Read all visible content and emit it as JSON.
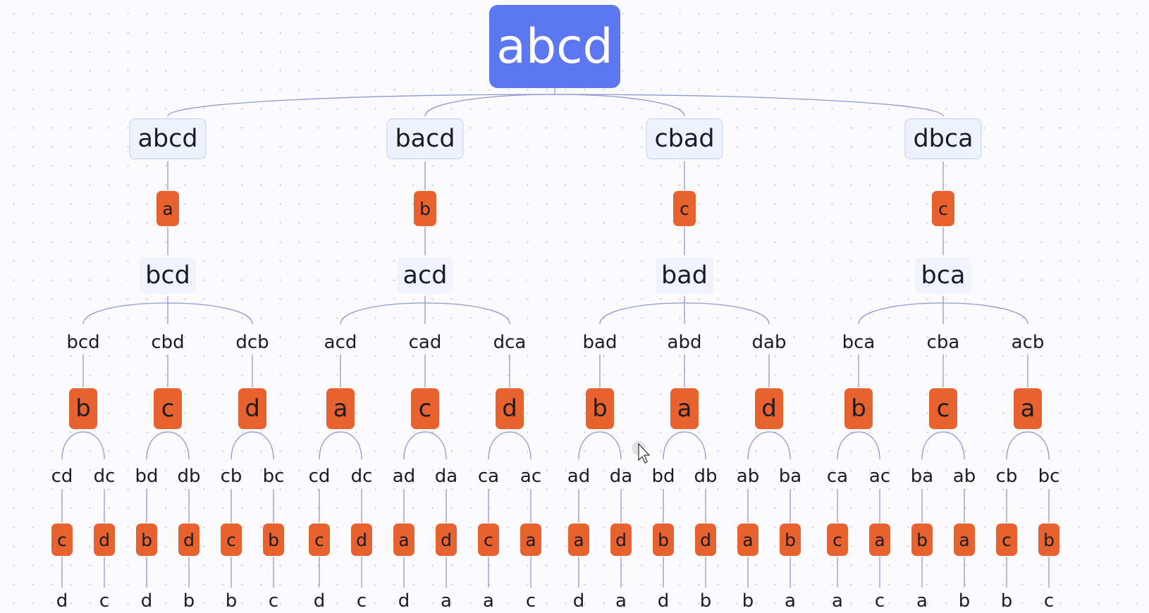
{
  "colors": {
    "root_fill": "#5b78f0",
    "chip_fill": "#e8622f",
    "link": "#8e96d6"
  },
  "tree": {
    "root": "abcd",
    "branches": [
      {
        "label": "abcd",
        "chip": "a",
        "rest": "bcd",
        "perms": [
          {
            "label": "bcd",
            "chip": "b",
            "pairs": [
              {
                "label": "cd",
                "chip": "c",
                "leaf": "d"
              },
              {
                "label": "dc",
                "chip": "d",
                "leaf": "c"
              }
            ]
          },
          {
            "label": "cbd",
            "chip": "c",
            "pairs": [
              {
                "label": "bd",
                "chip": "b",
                "leaf": "d"
              },
              {
                "label": "db",
                "chip": "d",
                "leaf": "b"
              }
            ]
          },
          {
            "label": "dcb",
            "chip": "d",
            "pairs": [
              {
                "label": "cb",
                "chip": "c",
                "leaf": "b"
              },
              {
                "label": "bc",
                "chip": "b",
                "leaf": "c"
              }
            ]
          }
        ]
      },
      {
        "label": "bacd",
        "chip": "b",
        "rest": "acd",
        "perms": [
          {
            "label": "acd",
            "chip": "a",
            "pairs": [
              {
                "label": "cd",
                "chip": "c",
                "leaf": "d"
              },
              {
                "label": "dc",
                "chip": "d",
                "leaf": "c"
              }
            ]
          },
          {
            "label": "cad",
            "chip": "c",
            "pairs": [
              {
                "label": "ad",
                "chip": "a",
                "leaf": "d"
              },
              {
                "label": "da",
                "chip": "d",
                "leaf": "a"
              }
            ]
          },
          {
            "label": "dca",
            "chip": "d",
            "pairs": [
              {
                "label": "ca",
                "chip": "c",
                "leaf": "a"
              },
              {
                "label": "ac",
                "chip": "a",
                "leaf": "c"
              }
            ]
          }
        ]
      },
      {
        "label": "cbad",
        "chip": "c",
        "rest": "bad",
        "perms": [
          {
            "label": "bad",
            "chip": "b",
            "pairs": [
              {
                "label": "ad",
                "chip": "a",
                "leaf": "d"
              },
              {
                "label": "da",
                "chip": "d",
                "leaf": "a"
              }
            ]
          },
          {
            "label": "abd",
            "chip": "a",
            "pairs": [
              {
                "label": "bd",
                "chip": "b",
                "leaf": "d"
              },
              {
                "label": "db",
                "chip": "d",
                "leaf": "b"
              }
            ]
          },
          {
            "label": "dab",
            "chip": "d",
            "pairs": [
              {
                "label": "ab",
                "chip": "a",
                "leaf": "b"
              },
              {
                "label": "ba",
                "chip": "b",
                "leaf": "a"
              }
            ]
          }
        ]
      },
      {
        "label": "dbca",
        "chip": "c",
        "rest": "bca",
        "perms": [
          {
            "label": "bca",
            "chip": "b",
            "pairs": [
              {
                "label": "ca",
                "chip": "c",
                "leaf": "a"
              },
              {
                "label": "ac",
                "chip": "a",
                "leaf": "c"
              }
            ]
          },
          {
            "label": "cba",
            "chip": "c",
            "pairs": [
              {
                "label": "ba",
                "chip": "b",
                "leaf": "a"
              },
              {
                "label": "ab",
                "chip": "a",
                "leaf": "b"
              }
            ]
          },
          {
            "label": "acb",
            "chip": "a",
            "pairs": [
              {
                "label": "cb",
                "chip": "c",
                "leaf": "b"
              },
              {
                "label": "bc",
                "chip": "b",
                "leaf": "c"
              }
            ]
          }
        ]
      }
    ]
  }
}
